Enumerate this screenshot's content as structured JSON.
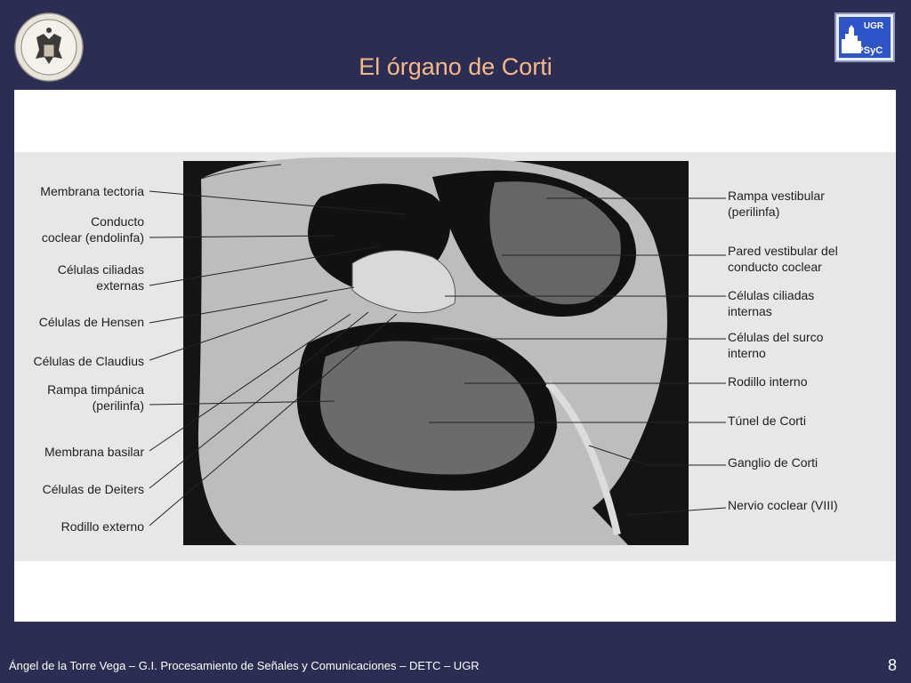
{
  "slide": {
    "title": "El órgano de Corti",
    "footer": "Ángel de la Torre Vega – G.I. Procesamiento de Señales y Comunicaciones – DETC – UGR",
    "page_number": "8"
  },
  "logo": {
    "top_text": "UGR",
    "bottom_text": "GIPSyC"
  },
  "diagram": {
    "labels_left": [
      "Membrana tectoria",
      "Conducto\ncoclear (endolinfa)",
      "Células ciliadas\nexternas",
      "Células de Hensen",
      "Células de Claudius",
      "Rampa timpánica\n(perilinfa)",
      "Membrana basilar",
      "Células de Deiters",
      "Rodillo externo"
    ],
    "labels_right": [
      "Rampa vestibular\n(perilinfa)",
      "Pared vestibular del\nconducto coclear",
      "Células ciliadas\ninternas",
      "Células del surco\ninterno",
      "Rodillo interno",
      "Túnel de Corti",
      "Ganglio de Corti",
      "Nervio coclear (VIII)"
    ]
  },
  "colors": {
    "background": "#2b2d52",
    "title": "#f7b98a",
    "panel": "#ffffff"
  }
}
